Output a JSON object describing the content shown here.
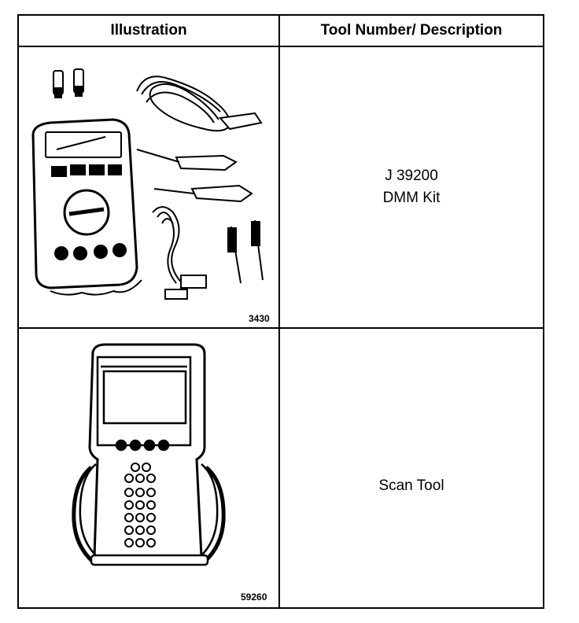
{
  "table": {
    "headers": {
      "illustration": "Illustration",
      "tool": "Tool Number/ Description"
    },
    "rows": [
      {
        "figure_number": "3430",
        "tool_number": "J 39200",
        "description": "DMM Kit",
        "icon": "digital-multimeter-kit-icon"
      },
      {
        "figure_number": "59260",
        "tool_number": "",
        "description": "Scan Tool",
        "icon": "scan-tool-icon"
      }
    ]
  }
}
